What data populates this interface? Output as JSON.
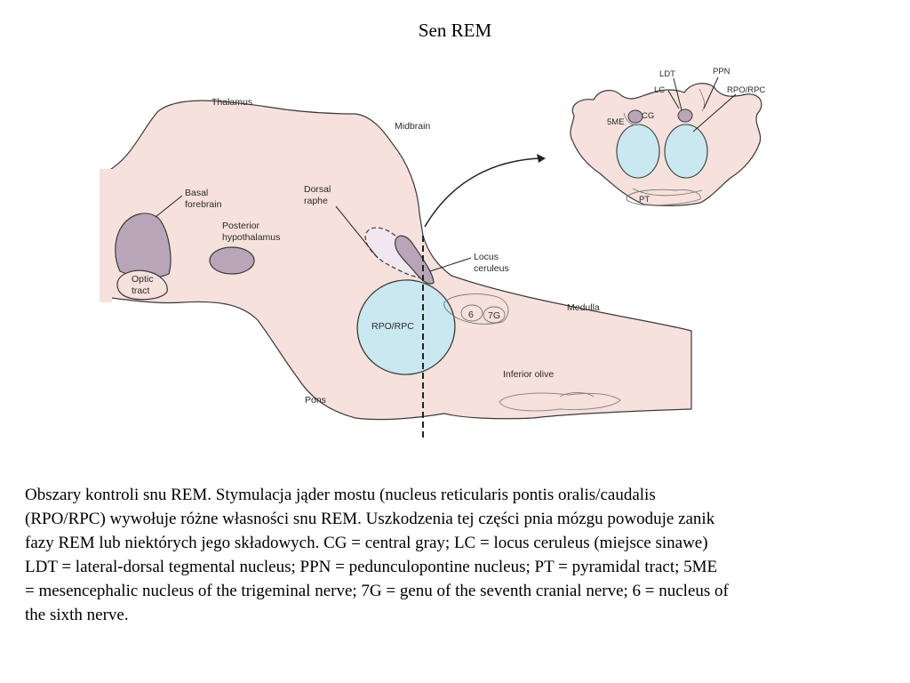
{
  "title": "Sen REM",
  "labels": {
    "thalamus": "Thalamus",
    "midbrain": "Midbrain",
    "basal_forebrain": [
      "Basal",
      "forebrain"
    ],
    "posterior_hypothalamus": [
      "Posterior",
      "hypothalamus"
    ],
    "optic_tract": [
      "Optic",
      "tract"
    ],
    "dorsal_raphe": [
      "Dorsal",
      "raphe"
    ],
    "locus_ceruleus": [
      "Locus",
      "ceruleus"
    ],
    "rpo_rpc": "RPO/RPC",
    "six": "6",
    "seven_g": "7G",
    "medulla": "Medulla",
    "inferior_olive": "Inferior olive",
    "pons": "Pons"
  },
  "inset_labels": {
    "ldt": "LDT",
    "ppn": "PPN",
    "lc": "LC",
    "rpo_rpc": "RPO/RPC",
    "five_me": "5ME",
    "cg": "CG",
    "pt": "PT"
  },
  "caption_lines": [
    "Obszary kontroli snu REM. Stymulacja jąder mostu (nucleus reticularis pontis oralis/caudalis",
    "(RPO/RPC) wywołuje różne własności snu REM. Uszkodzenia tej części pnia mózgu powoduje zanik",
    "fazy REM lub niektórych jego składowych. CG = central gray; LC = locus ceruleus (miejsce sinawe)",
    "LDT = lateral-dorsal tegmental nucleus; PPN = pedunculopontine nucleus; PT = pyramidal tract; 5ME",
    "= mesencephalic nucleus of the trigeminal nerve; 7G = genu of the seventh cranial nerve; 6 = nucleus of",
    "the sixth nerve."
  ],
  "colors": {
    "tissue": "#f6e1dc",
    "outline": "#3a3a3a",
    "nucleus_purple": "#b8a6b8",
    "rpo_blue": "#c9e8f0"
  }
}
